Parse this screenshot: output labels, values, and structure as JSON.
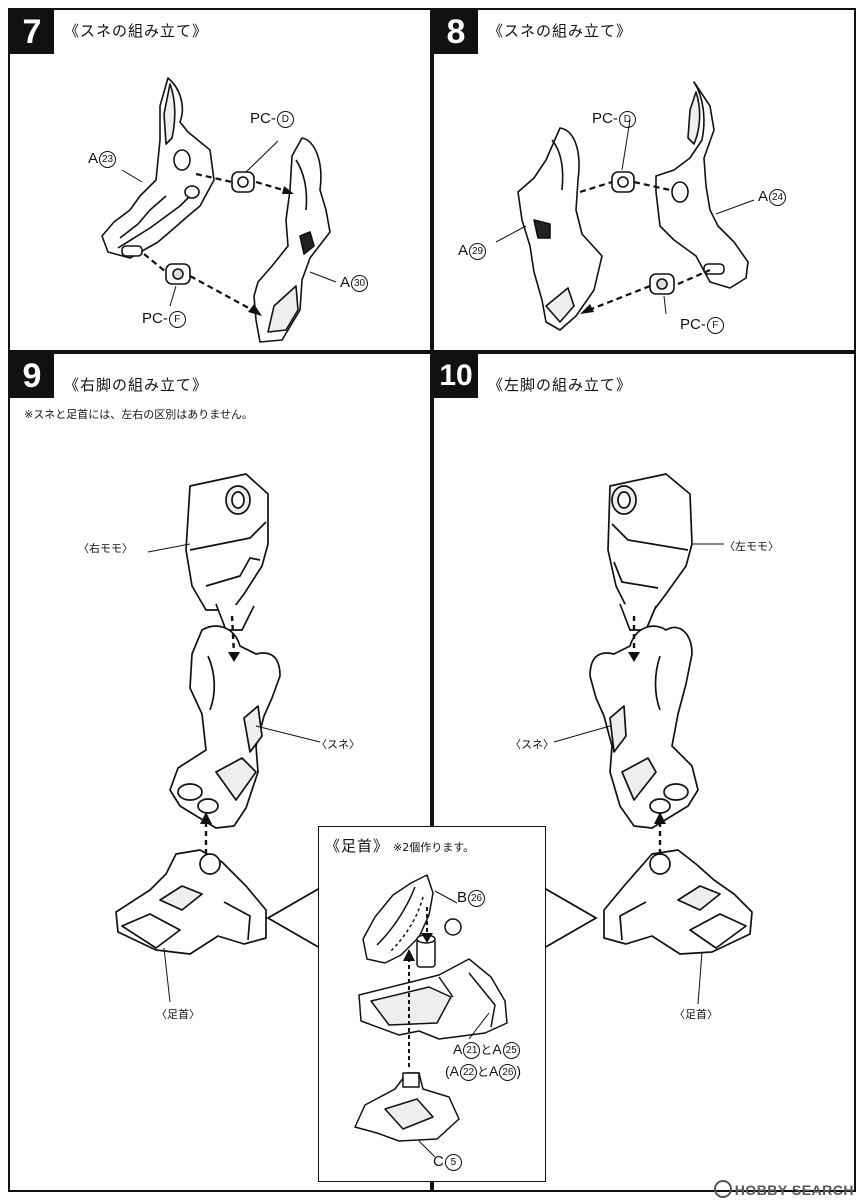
{
  "steps": [
    {
      "number": "7",
      "title": "《スネの組み立て》",
      "labels": {
        "a_upper": {
          "prefix": "A",
          "num": "23"
        },
        "pc_upper": {
          "prefix": "PC-",
          "num": "D"
        },
        "a_lower": {
          "prefix": "A",
          "num": "30"
        },
        "pc_lower": {
          "prefix": "PC-",
          "num": "F"
        }
      }
    },
    {
      "number": "8",
      "title": "《スネの組み立て》",
      "labels": {
        "pc_upper": {
          "prefix": "PC-",
          "num": "D"
        },
        "a_right": {
          "prefix": "A",
          "num": "24"
        },
        "a_left": {
          "prefix": "A",
          "num": "29"
        },
        "pc_lower": {
          "prefix": "PC-",
          "num": "F"
        }
      }
    },
    {
      "number": "9",
      "title": "《右脚の組み立て》",
      "note": "※スネと足首には、左右の区別はありません。",
      "labels": {
        "thigh": "〈右モモ〉",
        "shin": "〈スネ〉",
        "ankle": "〈足首〉"
      }
    },
    {
      "number": "10",
      "title": "《左脚の組み立て》",
      "labels": {
        "thigh": "〈左モモ〉",
        "shin": "〈スネ〉",
        "ankle": "〈足首〉"
      }
    }
  ],
  "ankle_callout": {
    "title": "《足首》",
    "note": "※2個作ります。",
    "b_label": {
      "prefix": "B",
      "num": "26"
    },
    "a_pair_1": {
      "a": "A",
      "n1": "21",
      "join": "と",
      "b": "A",
      "n2": "25"
    },
    "a_pair_2": {
      "open": "(",
      "a": "A",
      "n1": "22",
      "join": "と",
      "b": "A",
      "n2": "26",
      "close": ")"
    },
    "c_label": {
      "prefix": "C",
      "num": "5"
    }
  },
  "watermark": "HOBBY SEARCH"
}
